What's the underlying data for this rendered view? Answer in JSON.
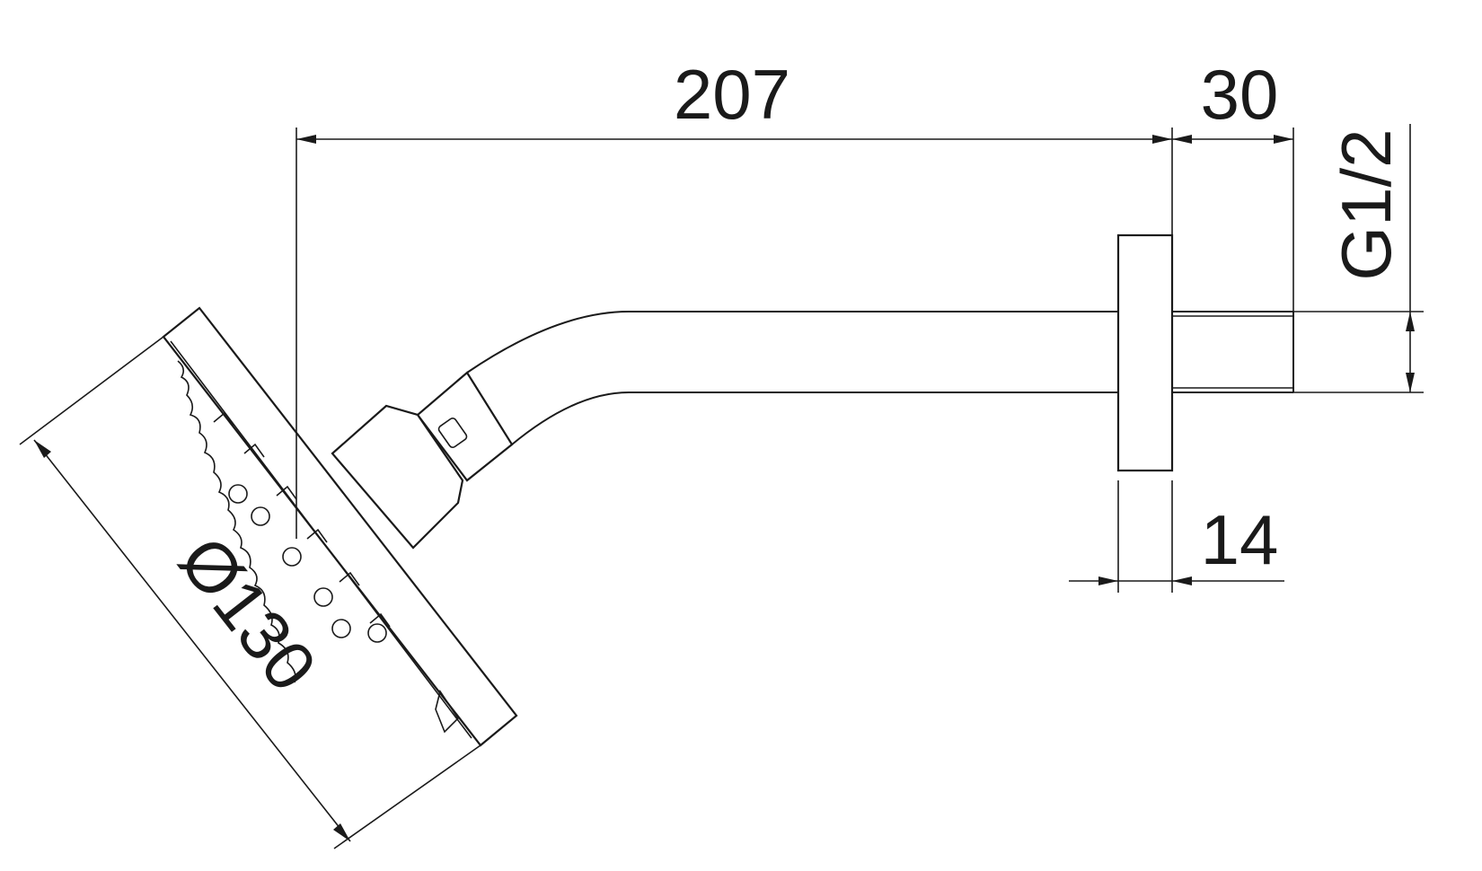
{
  "dimensions": {
    "arm_length": "207",
    "thread_length": "30",
    "thread_size": "G1/2",
    "flange_thickness": "14",
    "head_diameter": "Ø130"
  }
}
